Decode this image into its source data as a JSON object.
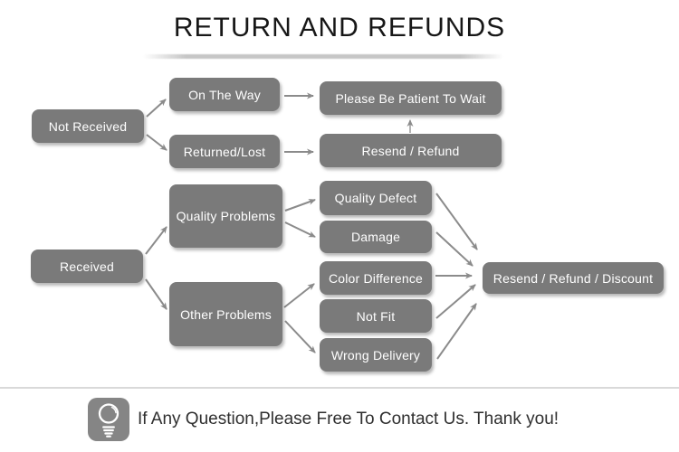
{
  "title": "RETURN AND REFUNDS",
  "flowchart": {
    "nodes": {
      "not_received": "Not Received",
      "on_the_way": "On The Way",
      "returned_lost": "Returned/Lost",
      "please_wait": "Please Be Patient To Wait",
      "resend_refund": "Resend / Refund",
      "received": "Received",
      "quality_problems": "Quality Problems",
      "other_problems": "Other Problems",
      "quality_defect": "Quality Defect",
      "damage": "Damage",
      "color_difference": "Color Difference",
      "not_fit": "Not Fit",
      "wrong_delivery": "Wrong Delivery",
      "resend_refund_discount": "Resend / Refund / Discount"
    },
    "edges": [
      {
        "from": "not_received",
        "to": "on_the_way"
      },
      {
        "from": "not_received",
        "to": "returned_lost"
      },
      {
        "from": "on_the_way",
        "to": "please_wait"
      },
      {
        "from": "returned_lost",
        "to": "resend_refund"
      },
      {
        "from": "resend_refund",
        "to": "please_wait"
      },
      {
        "from": "received",
        "to": "quality_problems"
      },
      {
        "from": "received",
        "to": "other_problems"
      },
      {
        "from": "quality_problems",
        "to": "quality_defect"
      },
      {
        "from": "quality_problems",
        "to": "damage"
      },
      {
        "from": "other_problems",
        "to": "color_difference"
      },
      {
        "from": "other_problems",
        "to": "wrong_delivery"
      },
      {
        "from": "quality_defect",
        "to": "resend_refund_discount"
      },
      {
        "from": "damage",
        "to": "resend_refund_discount"
      },
      {
        "from": "color_difference",
        "to": "resend_refund_discount"
      },
      {
        "from": "not_fit",
        "to": "resend_refund_discount"
      },
      {
        "from": "wrong_delivery",
        "to": "resend_refund_discount"
      }
    ]
  },
  "footer": {
    "icon": "light-bulb-icon",
    "message": "If Any Question,Please Free To Contact Us. Thank you!"
  },
  "colors": {
    "node_bg": "#7a7a7a",
    "node_text": "#ffffff",
    "arrow": "#8b8b8b",
    "title_text": "#171717",
    "footer_text": "#2f2f2f",
    "divider": "#d9d9d9"
  }
}
